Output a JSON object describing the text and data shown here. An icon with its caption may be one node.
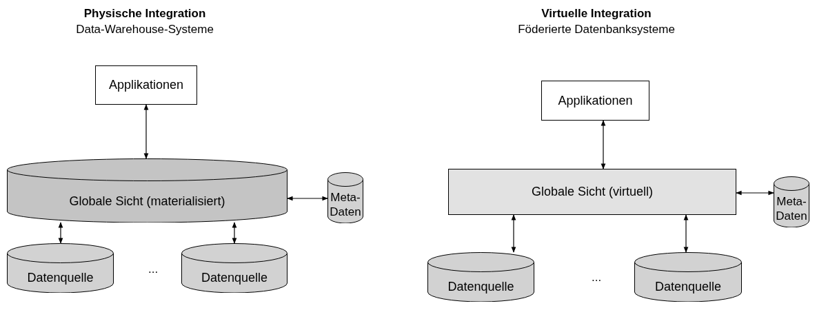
{
  "diagram": {
    "nodes": [
      {
        "text": [
          "Applikationen"
        ]
      },
      {
        "text": [
          "Globale Sicht (materialisiert)"
        ]
      },
      {
        "text": [
          "Meta-Daten"
        ]
      },
      {
        "text": [
          "Datenquelle"
        ]
      },
      {
        "text": [
          "Datenquelle"
        ]
      },
      {
        "text": [
          "Applikationen"
        ]
      },
      {
        "text": [
          "Globale Sicht (virtuell)"
        ]
      },
      {
        "text": [
          "Meta-Daten"
        ]
      },
      {
        "text": [
          "Datenquelle"
        ]
      },
      {
        "text": [
          "Datenquelle"
        ]
      }
    ],
    "edges": [
      {
        "from": 0,
        "to": 1,
        "arrow": "both"
      },
      {
        "from": 1,
        "to": 2,
        "arrow": "both"
      },
      {
        "from": 1,
        "to": 3,
        "arrow": "both"
      },
      {
        "from": 1,
        "to": 4,
        "arrow": "both"
      },
      {
        "from": 5,
        "to": 6,
        "arrow": "both"
      },
      {
        "from": 6,
        "to": 7,
        "arrow": "both"
      },
      {
        "from": 6,
        "to": 8,
        "arrow": "both"
      },
      {
        "from": 6,
        "to": 9,
        "arrow": "both"
      }
    ],
    "labels": [
      "Physische Integration",
      "Data-Warehouse-Systeme",
      "Virtuelle Integration",
      "Föderierte Datenbanksysteme",
      "...",
      "..."
    ]
  }
}
